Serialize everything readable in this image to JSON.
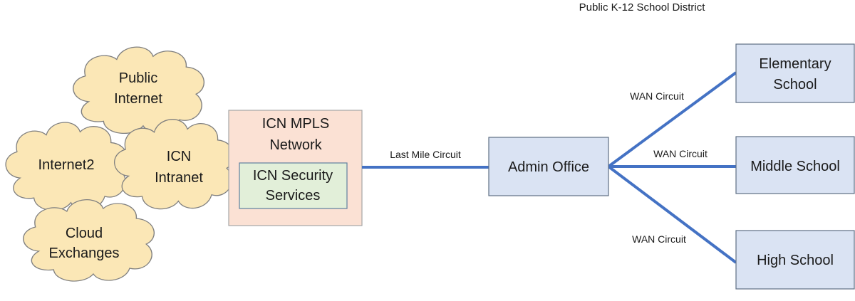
{
  "title": "Public K-12 School District",
  "clouds": {
    "public_internet": [
      "Public",
      "Internet"
    ],
    "internet2": "Internet2",
    "icn_intranet": [
      "ICN",
      "Intranet"
    ],
    "cloud_exchanges": [
      "Cloud",
      "Exchanges"
    ]
  },
  "mpls": {
    "title": [
      "ICN MPLS",
      "Network"
    ],
    "security": [
      "ICN Security",
      "Services"
    ]
  },
  "links": {
    "last_mile": "Last Mile Circuit",
    "wan_1": "WAN Circuit",
    "wan_2": "WAN Circuit",
    "wan_3": "WAN Circuit"
  },
  "nodes": {
    "admin": "Admin Office",
    "elementary": [
      "Elementary",
      "School"
    ],
    "middle": "Middle School",
    "high": "High School"
  },
  "colors": {
    "cloud_fill": "#fbe7b6",
    "cloud_stroke": "#7f7f7f",
    "mpls_fill": "#fbe1d4",
    "mpls_stroke": "#a5a5a5",
    "security_fill": "#e2efd9",
    "security_stroke": "#5f7f9f",
    "node_fill": "#dae3f3",
    "node_stroke": "#5f6f84",
    "link": "#4472c4"
  }
}
